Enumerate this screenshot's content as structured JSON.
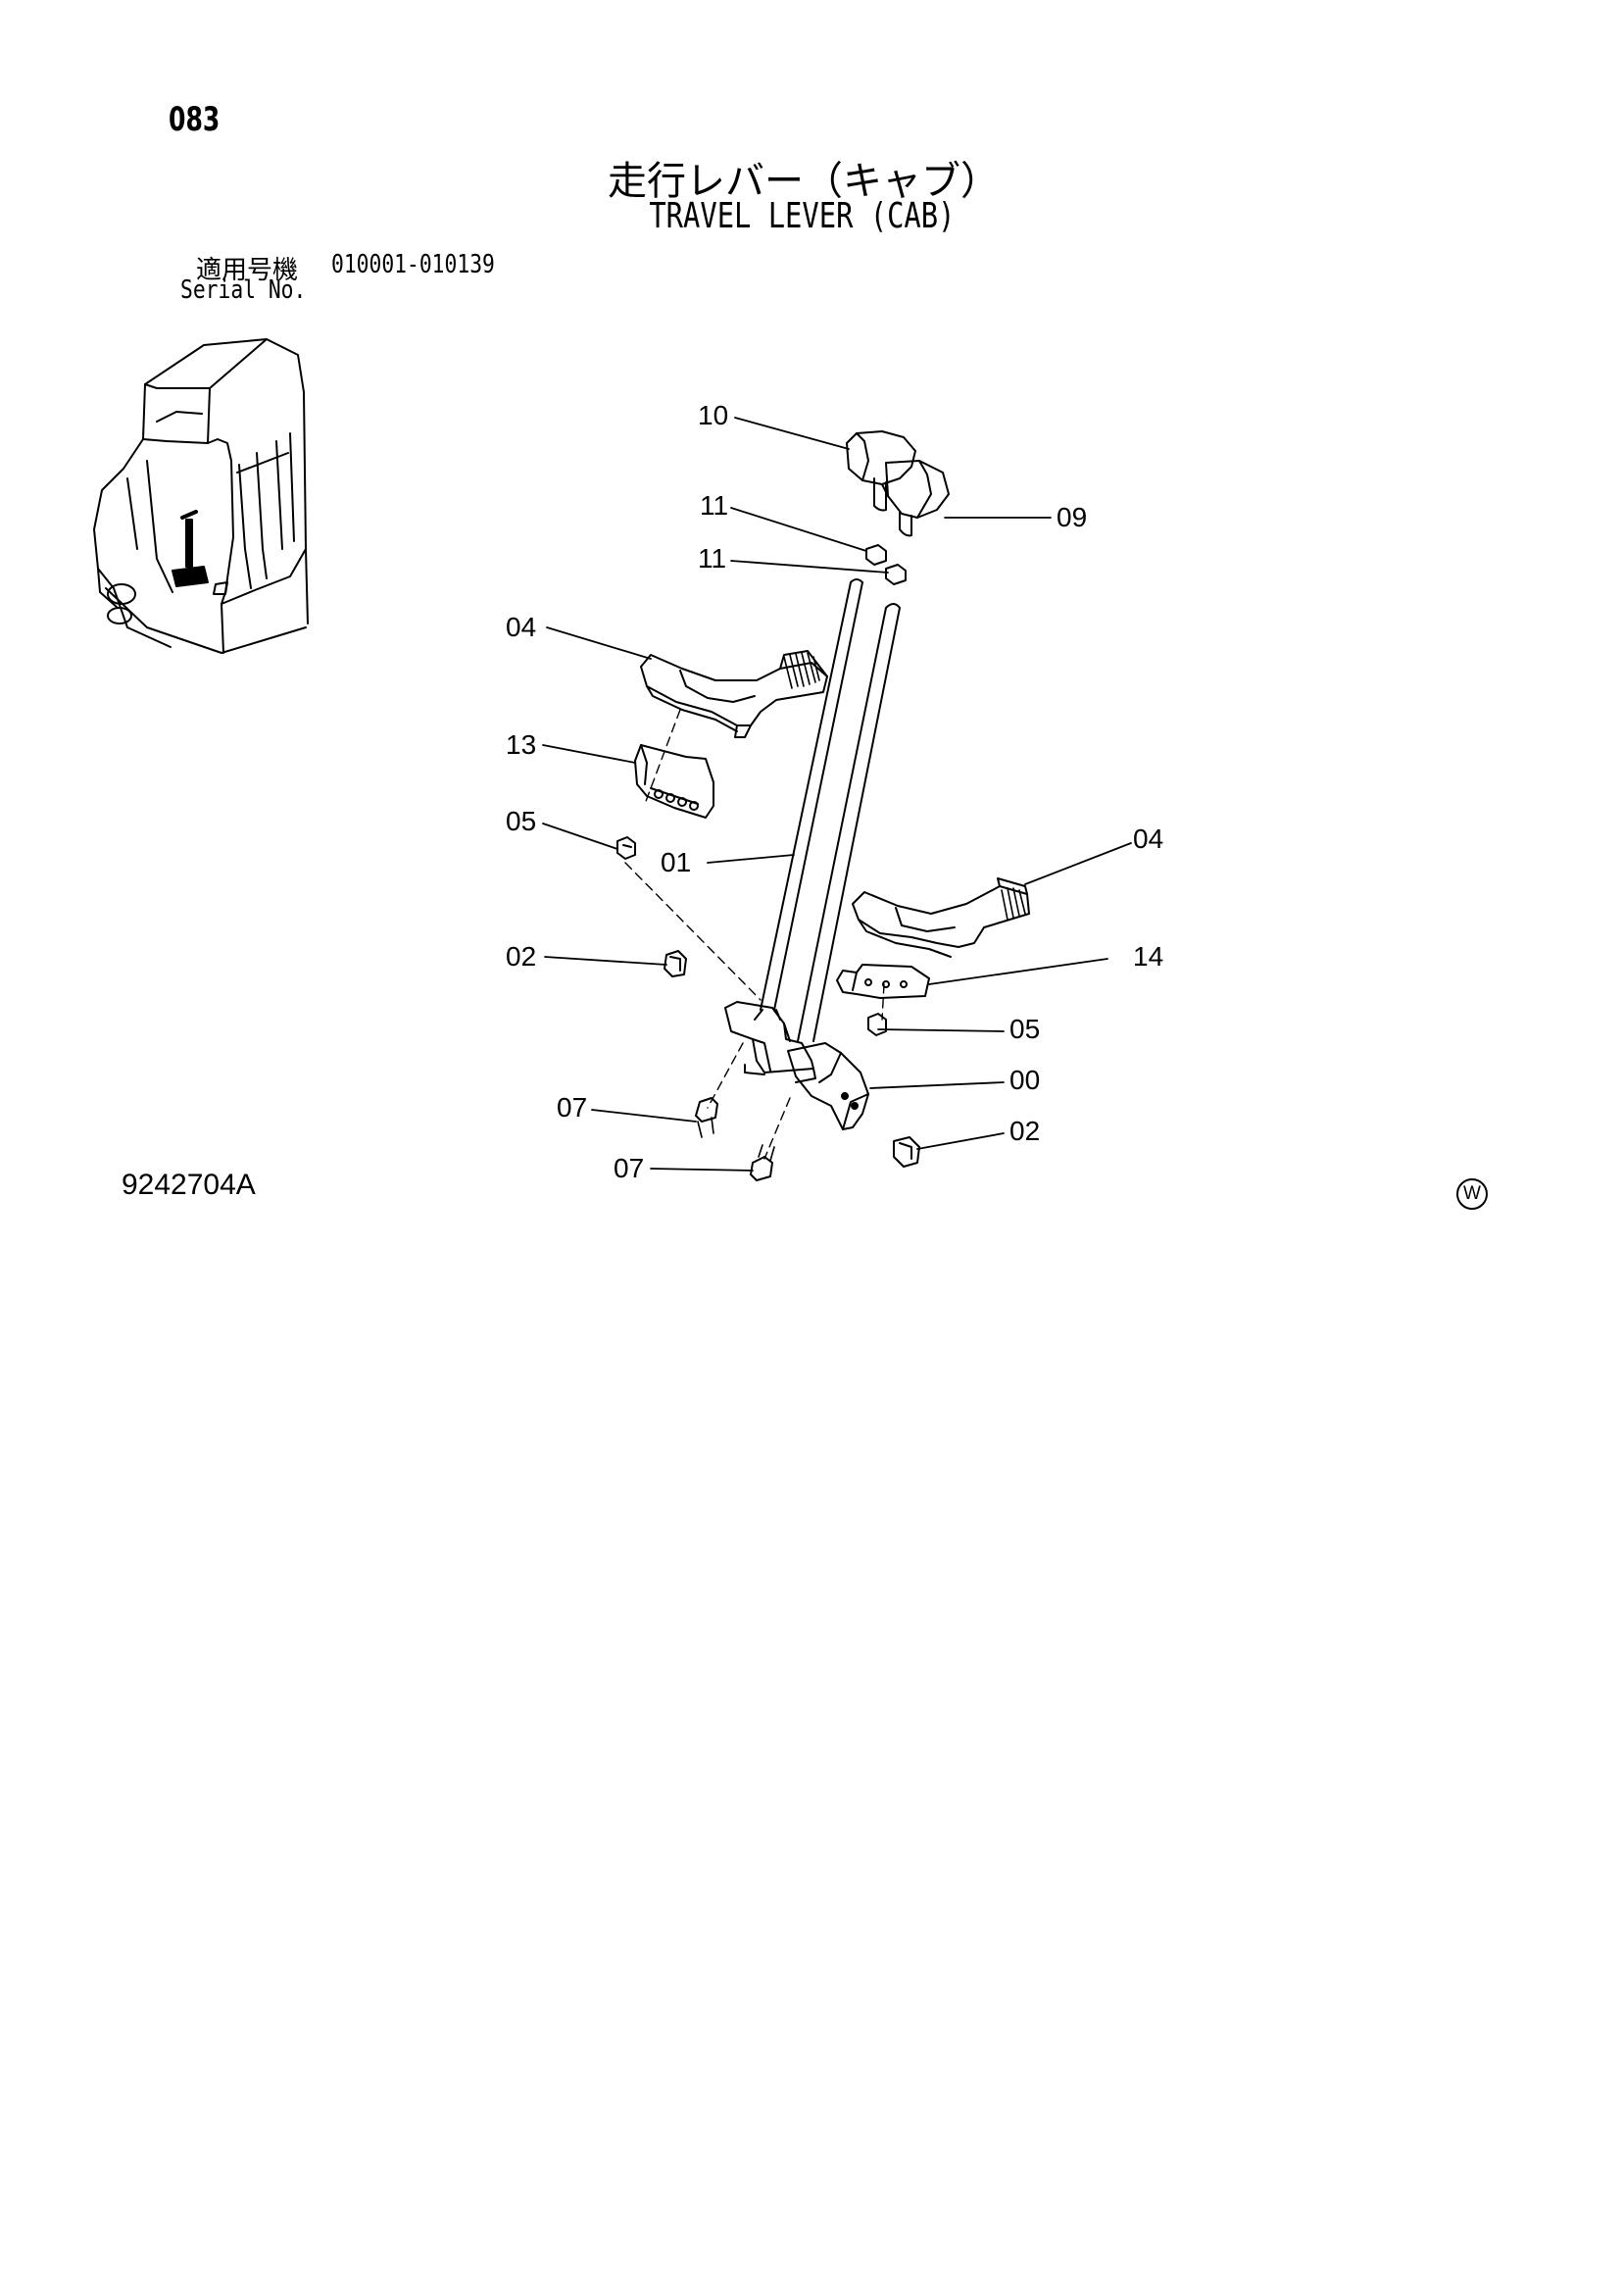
{
  "header": {
    "page_number": "083",
    "title_ja": "走行レバー（キャブ）",
    "title_en": "TRAVEL LEVER (CAB)",
    "serial_label_ja": "適用号機",
    "serial_range": "010001-010139",
    "serial_label_en": "Serial No."
  },
  "callouts": {
    "c10": "10",
    "c09": "09",
    "c11a": "11",
    "c11b": "11",
    "c04a": "04",
    "c13": "13",
    "c05a": "05",
    "c01": "01",
    "c04b": "04",
    "c02a": "02",
    "c14": "14",
    "c05b": "05",
    "c00": "00",
    "c07a": "07",
    "c02b": "02",
    "c07b": "07"
  },
  "footer": {
    "drawing_number": "9242704A",
    "mark": "W"
  }
}
